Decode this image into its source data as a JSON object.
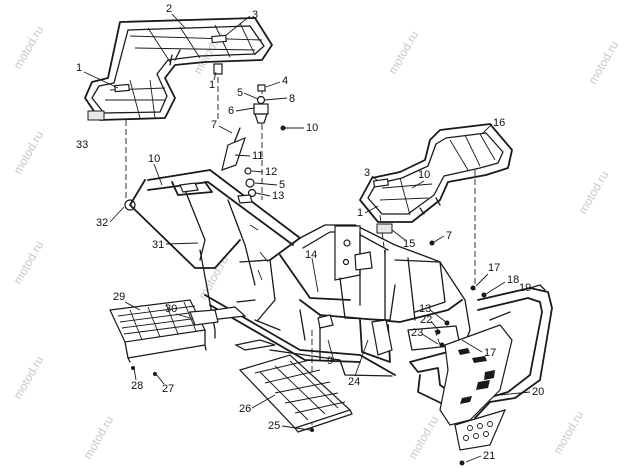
{
  "watermark": "motod.ru",
  "callouts": {
    "c1a": "1",
    "c2": "2",
    "c3a": "3",
    "c1b": "1",
    "c4": "4",
    "c5a": "5",
    "c8": "8",
    "c6": "6",
    "c10a": "10",
    "c33": "33",
    "c7a": "7",
    "c11": "11",
    "c10b": "10",
    "c12": "12",
    "c5b": "5",
    "c13a": "13",
    "c32": "32",
    "c16": "16",
    "c3b": "3",
    "c10c": "10",
    "c1c": "1",
    "c15": "15",
    "c7b": "7",
    "c31": "31",
    "c14": "14",
    "c17a": "17",
    "c18": "18",
    "c19": "19",
    "c29": "29",
    "c30": "30",
    "c13b": "13",
    "c22": "22",
    "c23": "23",
    "c17b": "17",
    "c24": "24",
    "c9": "9",
    "c28": "28",
    "c27": "27",
    "c20": "20",
    "c26": "26",
    "c25": "25",
    "c21": "21"
  }
}
